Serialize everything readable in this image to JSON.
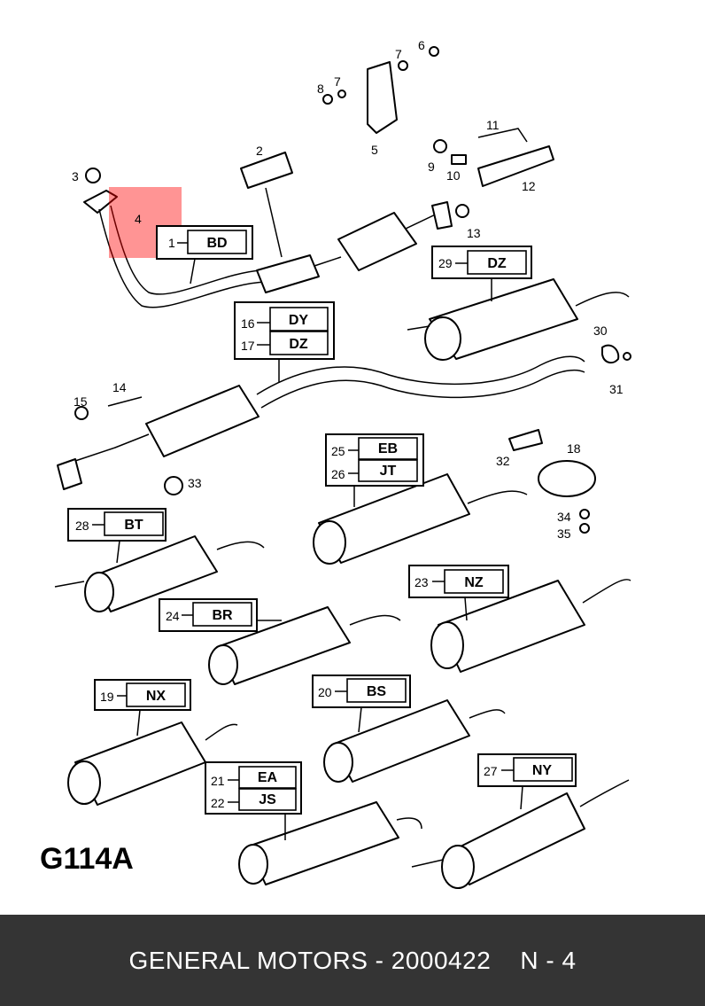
{
  "diagram": {
    "code": "G114A",
    "highlight_color": "#ff0000",
    "callouts": [
      {
        "id": "bd",
        "nums": [
          "1"
        ],
        "codes": [
          "BD"
        ]
      },
      {
        "id": "dz-29",
        "nums": [
          "29"
        ],
        "codes": [
          "DZ"
        ]
      },
      {
        "id": "dy-dz",
        "nums": [
          "16",
          "17"
        ],
        "codes": [
          "DY",
          "DZ"
        ]
      },
      {
        "id": "eb-jt",
        "nums": [
          "25",
          "26"
        ],
        "codes": [
          "EB",
          "JT"
        ]
      },
      {
        "id": "bt",
        "nums": [
          "28"
        ],
        "codes": [
          "BT"
        ]
      },
      {
        "id": "nz",
        "nums": [
          "23"
        ],
        "codes": [
          "NZ"
        ]
      },
      {
        "id": "br",
        "nums": [
          "24"
        ],
        "codes": [
          "BR"
        ]
      },
      {
        "id": "nx",
        "nums": [
          "19"
        ],
        "codes": [
          "NX"
        ]
      },
      {
        "id": "bs",
        "nums": [
          "20"
        ],
        "codes": [
          "BS"
        ]
      },
      {
        "id": "ea-js",
        "nums": [
          "21",
          "22"
        ],
        "codes": [
          "EA",
          "JS"
        ]
      },
      {
        "id": "ny",
        "nums": [
          "27"
        ],
        "codes": [
          "NY"
        ]
      }
    ],
    "part_numbers": [
      "2",
      "3",
      "4",
      "5",
      "6",
      "7",
      "7",
      "8",
      "9",
      "10",
      "11",
      "12",
      "13",
      "14",
      "15",
      "18",
      "30",
      "31",
      "32",
      "33",
      "34",
      "35"
    ]
  },
  "footer": {
    "text": "GENERAL MOTORS - 2000422    N - 4"
  }
}
